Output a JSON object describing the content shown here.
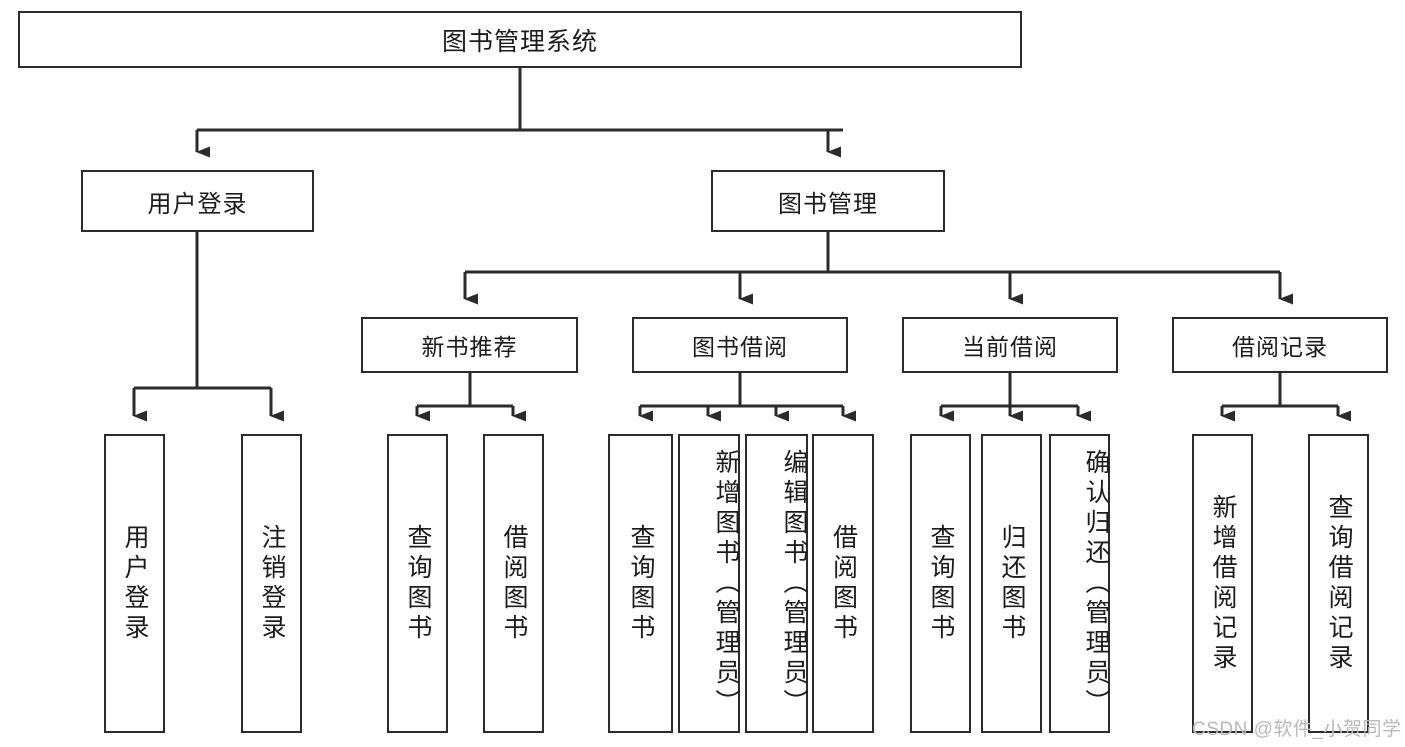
{
  "diagram": {
    "type": "tree-hierarchy",
    "title": "图书管理系统",
    "watermark": "CSDN @软件_小贺同学",
    "colors": {
      "box_border": "#2b2b2b",
      "box_fill": "#ffffff",
      "line": "#2b2b2b",
      "text": "#1c1c1c",
      "watermark": "#b9b9b9"
    },
    "root": {
      "label": "图书管理系统"
    },
    "level2": [
      {
        "label": "用户登录"
      },
      {
        "label": "图书管理"
      }
    ],
    "level3": [
      {
        "label": "新书推荐"
      },
      {
        "label": "图书借阅"
      },
      {
        "label": "当前借阅"
      },
      {
        "label": "借阅记录"
      }
    ],
    "leaves": [
      {
        "label": "用户登录",
        "parent": "用户登录"
      },
      {
        "label": "注销登录",
        "parent": "用户登录"
      },
      {
        "label": "查询图书",
        "parent": "新书推荐"
      },
      {
        "label": "借阅图书",
        "parent": "新书推荐"
      },
      {
        "label": "查询图书",
        "parent": "图书借阅"
      },
      {
        "label": "新增图书（管理员）",
        "parent": "图书借阅"
      },
      {
        "label": "编辑图书（管理员）",
        "parent": "图书借阅"
      },
      {
        "label": "借阅图书",
        "parent": "图书借阅"
      },
      {
        "label": "查询图书",
        "parent": "当前借阅"
      },
      {
        "label": "归还图书",
        "parent": "当前借阅"
      },
      {
        "label": "确认归还（管理员）",
        "parent": "当前借阅"
      },
      {
        "label": "新增借阅记录",
        "parent": "借阅记录"
      },
      {
        "label": "查询借阅记录",
        "parent": "借阅记录"
      }
    ]
  }
}
